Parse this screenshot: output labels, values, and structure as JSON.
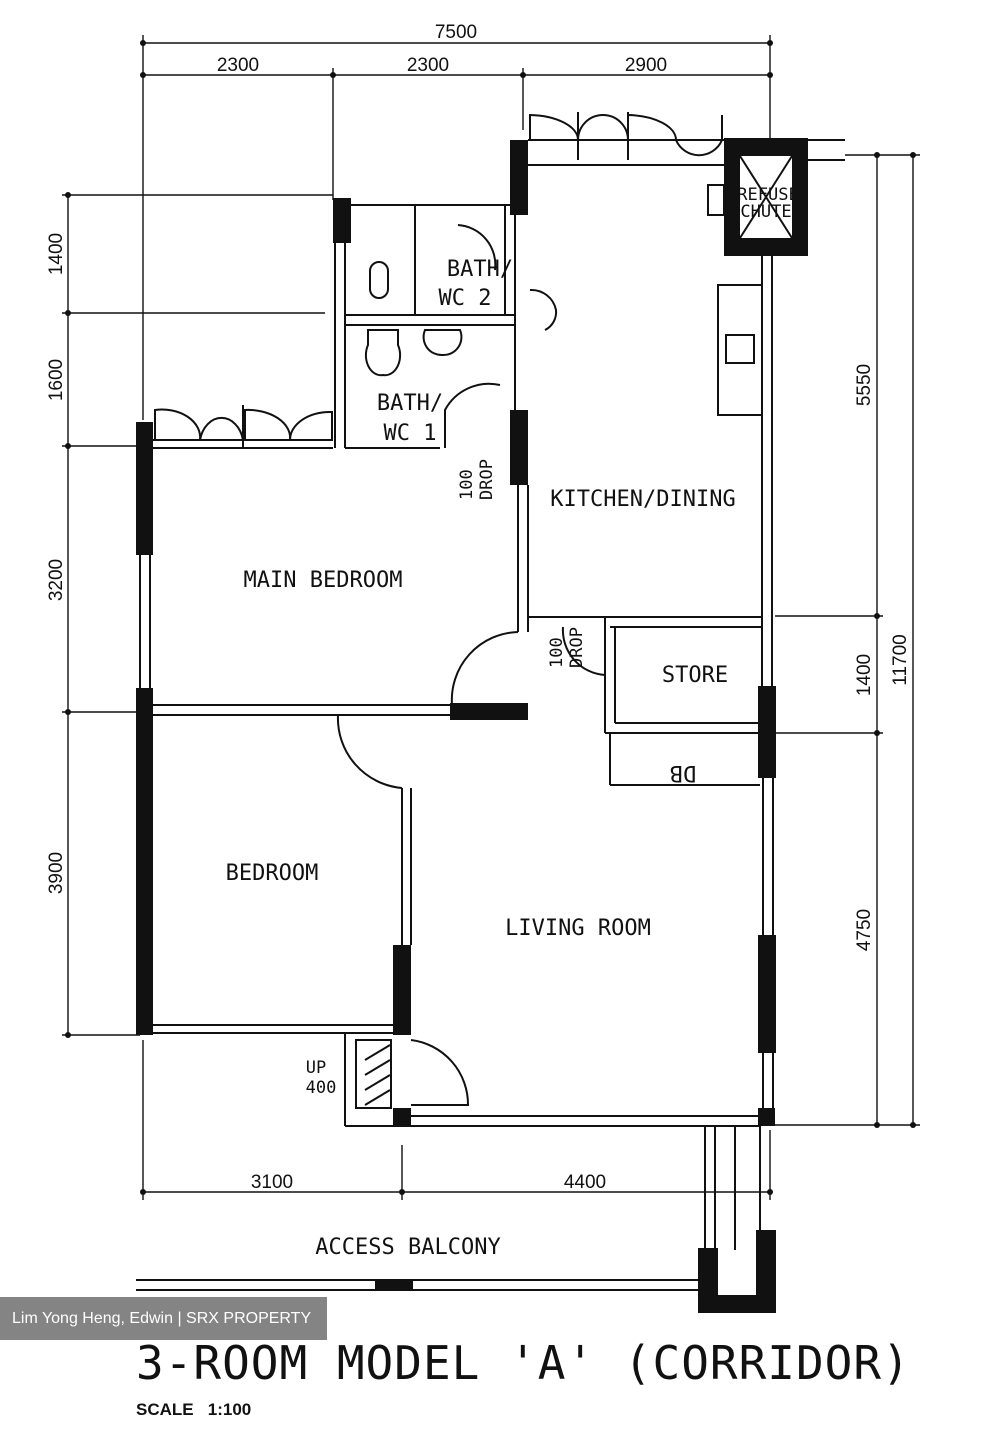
{
  "dimensions": {
    "top_total": "7500",
    "top_a": "2300",
    "top_b": "2300",
    "top_c": "2900",
    "left_a": "1400",
    "left_b": "1600",
    "left_c": "3200",
    "left_d": "3900",
    "right_a": "5550",
    "right_b": "1400",
    "right_c": "4750",
    "right_total": "11700",
    "bottom_a": "3100",
    "bottom_b": "4400"
  },
  "rooms": {
    "refuse_1": "REFUSE",
    "refuse_2": "CHUTE",
    "bath2_1": "BATH/",
    "bath2_2": "WC 2",
    "bath1_1": "BATH/",
    "bath1_2": "WC 1",
    "drop1_1": "100",
    "drop1_2": "DROP",
    "kitchen": "KITCHEN/DINING",
    "main_bedroom": "MAIN BEDROOM",
    "drop2_1": "100",
    "drop2_2": "DROP",
    "store": "STORE",
    "db": "DB",
    "bedroom": "BEDROOM",
    "living": "LIVING ROOM",
    "up_1": "UP",
    "up_2": "400",
    "access_balcony": "ACCESS BALCONY"
  },
  "watermark": "Lim Yong Heng, Edwin | SRX PROPERTY",
  "title": "3-ROOM MODEL 'A' (CORRIDOR)",
  "scale": "SCALE   1:100"
}
